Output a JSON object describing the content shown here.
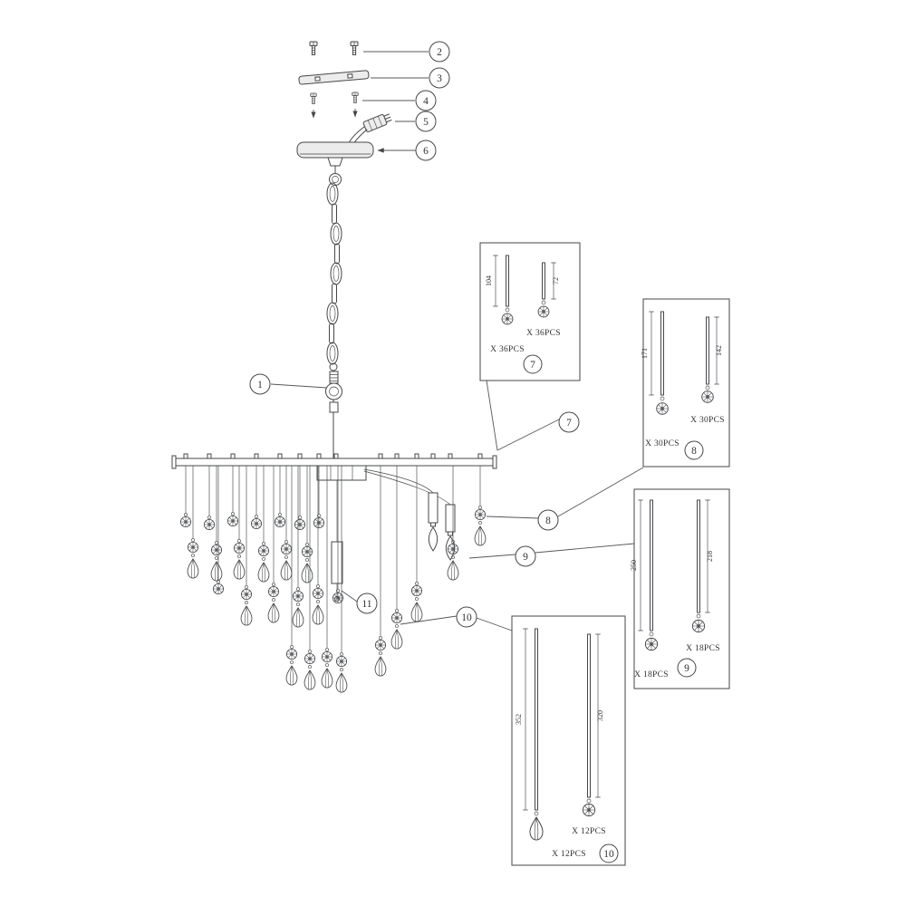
{
  "diagram": {
    "callouts": {
      "c1": "1",
      "c2": "2",
      "c3": "3",
      "c4": "4",
      "c5": "5",
      "c6": "6",
      "c7": "7",
      "c8": "8",
      "c9": "9",
      "c10": "10",
      "c11": "11"
    },
    "detail_boxes": [
      {
        "number": "7",
        "strands": [
          {
            "length": "104",
            "count": "X 36PCS"
          },
          {
            "length": "72",
            "count": "X 36PCS"
          }
        ]
      },
      {
        "number": "8",
        "strands": [
          {
            "length": "171",
            "count": "X 30PCS"
          },
          {
            "length": "142",
            "count": "X 30PCS"
          }
        ]
      },
      {
        "number": "9",
        "strands": [
          {
            "length": "250",
            "count": "X 18PCS"
          },
          {
            "length": "218",
            "count": "X 18PCS"
          }
        ]
      },
      {
        "number": "10",
        "strands": [
          {
            "length": "352",
            "count": "X 12PCS"
          },
          {
            "length": "320",
            "count": "X 12PCS"
          }
        ]
      }
    ]
  }
}
